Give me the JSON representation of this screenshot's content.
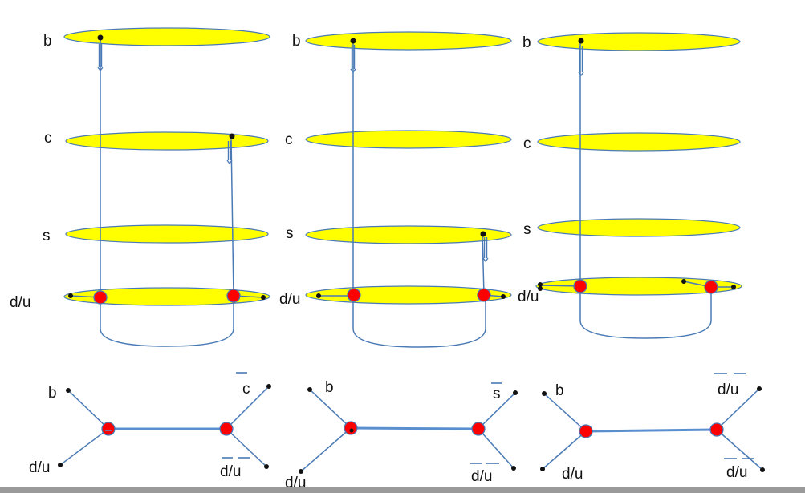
{
  "top": {
    "panels": [
      {
        "b": "b",
        "c": "c",
        "s": "s",
        "du": "d/u"
      },
      {
        "b": "b",
        "c": "c",
        "s": "s",
        "du": "d/u"
      },
      {
        "b": "b",
        "c": "c",
        "s": "s",
        "du": "d/u"
      }
    ]
  },
  "bottom": {
    "diagrams": [
      {
        "top_left": "b",
        "bottom_left": "d/u",
        "top_right": "c",
        "bottom_right": "d/u"
      },
      {
        "top_left": "b",
        "bottom_left": "d/u",
        "top_right": "s",
        "bottom_right": "d/u"
      },
      {
        "top_left": "b",
        "bottom_left": "d/u",
        "top_right": "d/u",
        "bottom_right": "d/u"
      }
    ]
  },
  "colors": {
    "disk": "#ffff00",
    "line": "#4a7ab5",
    "vertex": "#ff0000"
  }
}
